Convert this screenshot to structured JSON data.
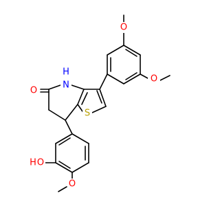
{
  "molecule": {
    "colors": {
      "bond": "#000000",
      "oxygen": "#ff0000",
      "nitrogen": "#0000ff",
      "sulfur": "#b8a000",
      "hydrogen_on_hetero": "#000000",
      "background": "#ffffff"
    },
    "labels": {
      "methoxy_o_top": "O",
      "methoxy_o_right": "O",
      "nh_n": "N",
      "nh_h": "H",
      "carbonyl_o": "O",
      "thiophene_s": "S",
      "hydroxyl_o": "O",
      "hydroxyl_h": "H",
      "methoxy_o_bottom": "O"
    }
  }
}
